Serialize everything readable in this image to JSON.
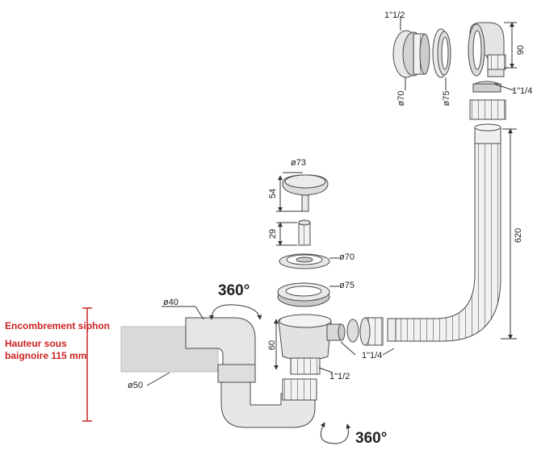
{
  "labels": {
    "overflow_thread": "1\"1/2",
    "overflow_height": "90",
    "overflow_cover_diameter": "ø70",
    "overflow_ring_diameter": "ø75",
    "overflow_outlet": "1\"1/4",
    "flexible_hose_length": "620",
    "plug_diameter": "ø73",
    "plug_height": "54",
    "stem_height": "29",
    "grid_diameter": "ø70",
    "flange_diameter": "ø75",
    "body_height": "60",
    "side_outlet": "1\"1/4",
    "bottom_thread": "1\"1/2",
    "inlet_diameter": "ø40",
    "outlet_diameter": "ø50",
    "rotation_top": "360°",
    "rotation_bottom": "360°"
  },
  "notes": {
    "siphon_size": "Encombrement siphon",
    "height_line_1": "Hauteur sous",
    "height_line_2": "baignoire 115 mm"
  },
  "colors": {
    "note_text": "#cc2222",
    "part_fill": "#e6e6e6",
    "part_stroke": "#4a4a4a"
  }
}
